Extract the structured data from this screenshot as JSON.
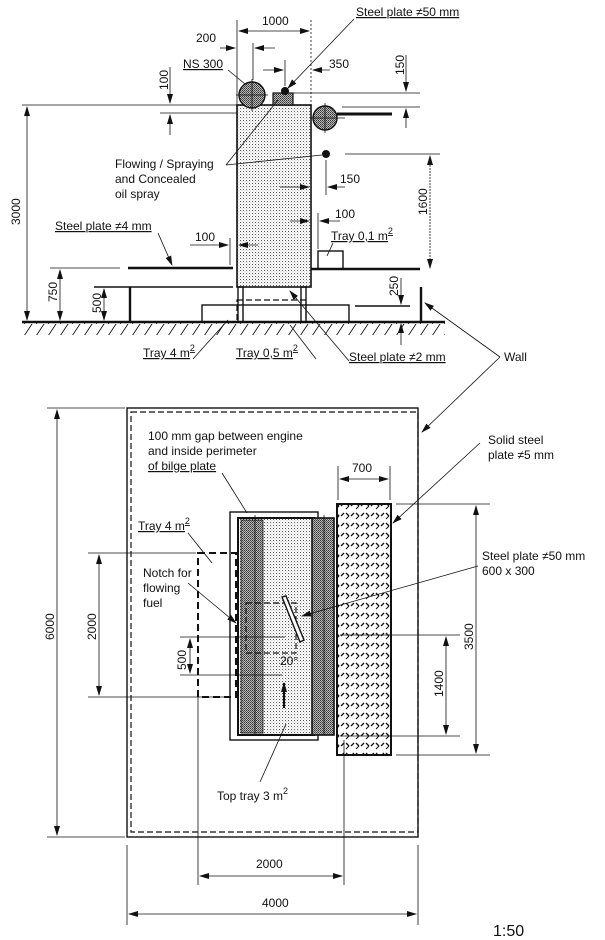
{
  "drawing": {
    "scale": "1:50",
    "elevation_view": {
      "dimensions": {
        "overall_height": "3000",
        "engine_width": "1000",
        "pipe_offset": "200",
        "pipe_label": "NS 300",
        "pipe_gap": "100",
        "plate_offset": "350",
        "top_gap": "150",
        "spray_offset": "150",
        "tray_offset": "100",
        "side_height": "1600",
        "plate_gap": "100",
        "plate_height": "750",
        "tray_height": "500",
        "floor_gap": "250"
      },
      "labels": {
        "steel_plate_50": "Steel plate ≠50 mm",
        "flowing_line1": "Flowing / Spraying",
        "flowing_line2": "and Concealed",
        "flowing_line3": "oil spray",
        "steel_plate_4": "Steel plate ≠4 mm",
        "tray_01": "Tray 0,1 m",
        "tray_4": "Tray 4 m",
        "tray_05": "Tray 0,5 m",
        "steel_plate_2": "Steel plate ≠2 mm",
        "wall": "Wall",
        "sq": "2"
      }
    },
    "plan_view": {
      "dimensions": {
        "overall_length": "6000",
        "overall_width": "4000",
        "tray_width": "2000",
        "tray_length": "2000",
        "notch": "500",
        "plate_width": "700",
        "plate_length": "3500",
        "plate_offset": "1400",
        "angle": "20°"
      },
      "labels": {
        "gap_line1": "100 mm gap between engine",
        "gap_line2": "and inside perimeter",
        "gap_line3": "of bilge plate",
        "tray_4": "Tray 4 m",
        "notch_line1": "Notch for",
        "notch_line2": "flowing",
        "notch_line3": "fuel",
        "solid_line1": "Solid steel",
        "solid_line2": "plate ≠5 mm",
        "plate50_line1": "Steel plate ≠50 mm",
        "plate50_line2": "600 x 300",
        "top_tray": "Top tray 3 m",
        "sq": "2"
      }
    }
  }
}
